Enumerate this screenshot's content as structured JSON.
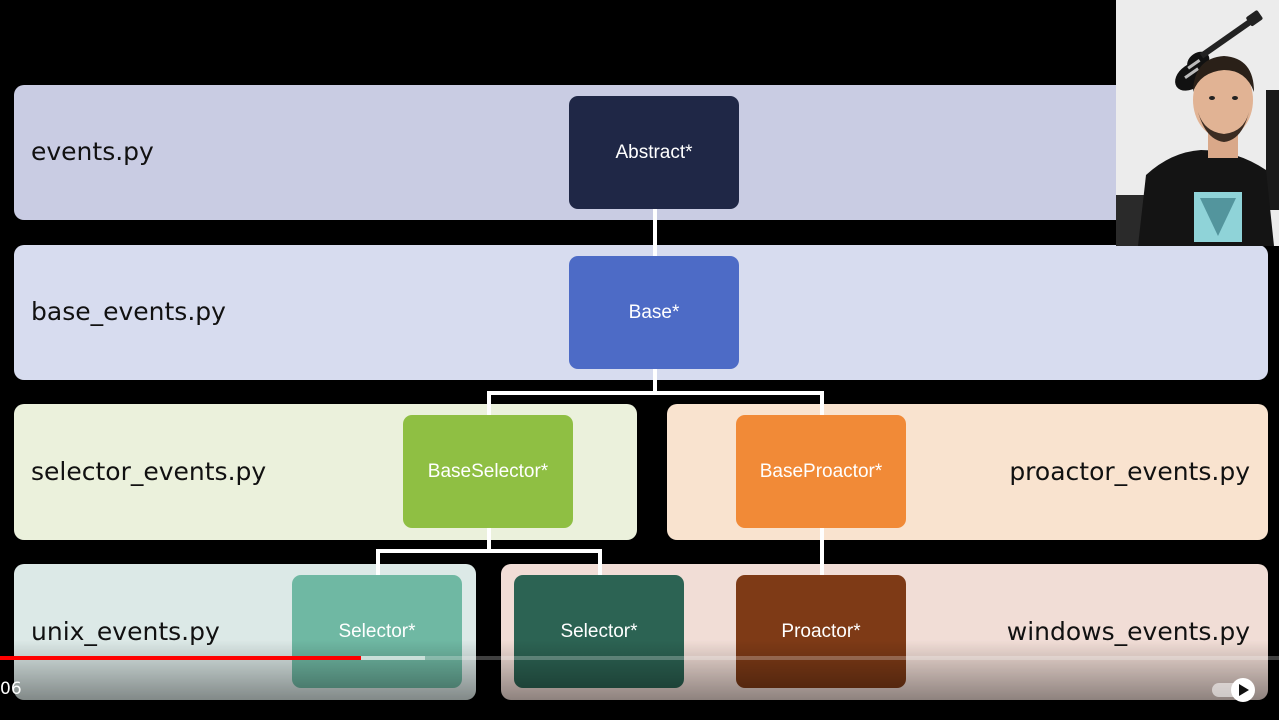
{
  "diagram": {
    "bands": [
      {
        "label": "events.py",
        "color": "#c9cce3"
      },
      {
        "label": "base_events.py",
        "color": "#d7dcef"
      },
      {
        "label": "selector_events.py",
        "color": "#ebf1dc"
      },
      {
        "label": "proactor_events.py",
        "color": "#f9e3cf"
      },
      {
        "label": "unix_events.py",
        "color": "#dce9e7"
      },
      {
        "label": "windows_events.py",
        "color": "#f1ddd6"
      }
    ],
    "nodes": [
      {
        "label": "Abstract*",
        "color": "#1f2746"
      },
      {
        "label": "Base*",
        "color": "#4d6bc6"
      },
      {
        "label": "BaseSelector*",
        "color": "#8fbf43"
      },
      {
        "label": "BaseProactor*",
        "color": "#f18a37"
      },
      {
        "label": "Selector*",
        "color": "#6fb8a3"
      },
      {
        "label": "Selector*",
        "color": "#2c6353"
      },
      {
        "label": "Proactor*",
        "color": "#7e3a16"
      }
    ]
  },
  "player": {
    "time": "06",
    "progress_fraction": 0.282,
    "buffered_fraction": 0.332,
    "autoplay_icon": "autoplay-toggle-icon"
  }
}
